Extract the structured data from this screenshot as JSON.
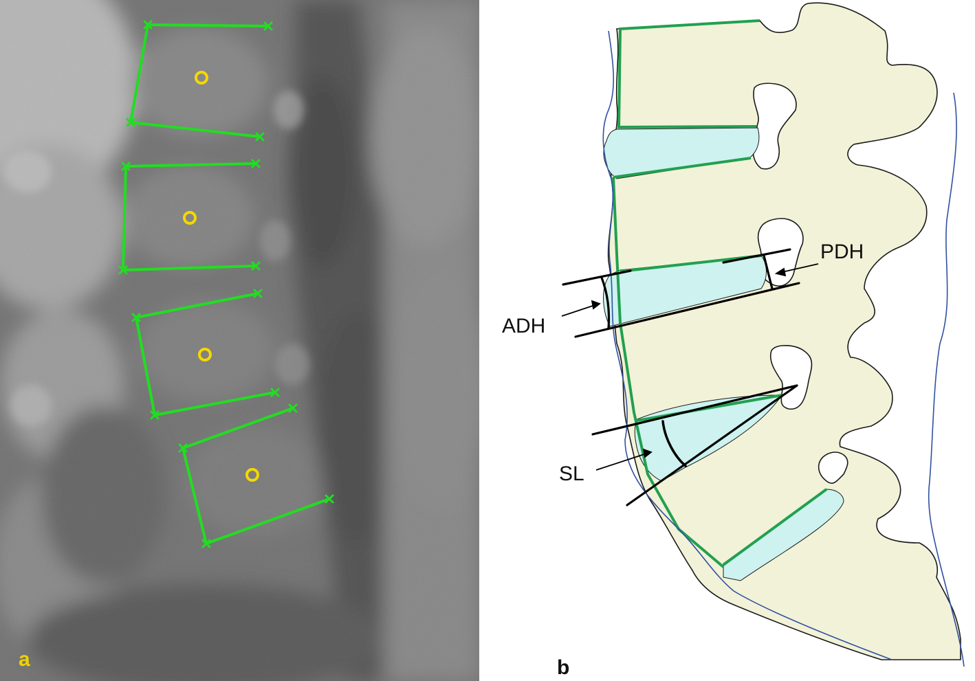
{
  "panels": {
    "a": {
      "letter": "a"
    },
    "b": {
      "letter": "b"
    }
  },
  "labels": {
    "pdh": "PDH",
    "adh": "ADH",
    "sl": "SL"
  },
  "colors": {
    "endplate_line": "#22dd22",
    "centroid_marker": "#f5d800",
    "vertebra_fill": "#f2f2d8",
    "disc_fill": "#cdf2f0",
    "anterior_line": "#22a050",
    "spinal_outline": "#3050a0",
    "measurement_line": "#000000"
  }
}
